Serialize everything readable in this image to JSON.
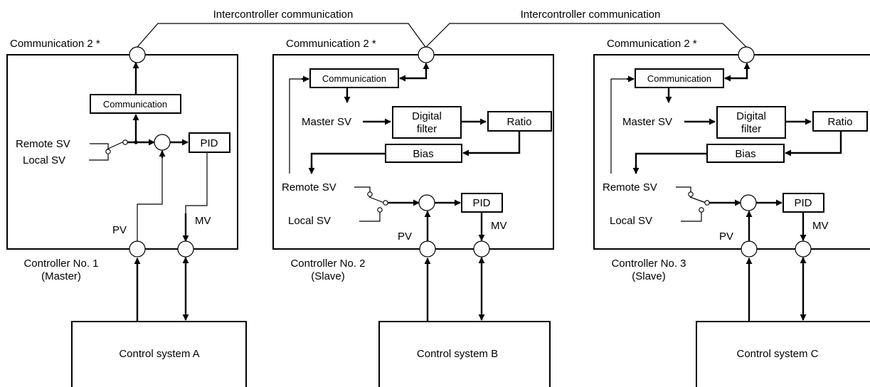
{
  "intercontroller": [
    "Intercontroller communication",
    "Intercontroller communication"
  ],
  "controllers": [
    {
      "comm_port_label": "Communication 2 *",
      "comm_block": "Communication",
      "remote_sv": "Remote SV",
      "local_sv": "Local SV",
      "pid": "PID",
      "pv": "PV",
      "mv": "MV",
      "name_line1": "Controller No. 1",
      "name_line2": "(Master)",
      "system": "Control system A"
    },
    {
      "comm_port_label": "Communication 2 *",
      "comm_block": "Communication",
      "master_sv": "Master SV",
      "digital_filter_line1": "Digital",
      "digital_filter_line2": "filter",
      "ratio": "Ratio",
      "bias": "Bias",
      "remote_sv": "Remote SV",
      "local_sv": "Local SV",
      "pid": "PID",
      "pv": "PV",
      "mv": "MV",
      "name_line1": "Controller No. 2",
      "name_line2": "(Slave)",
      "system": "Control system B"
    },
    {
      "comm_port_label": "Communication 2 *",
      "comm_block": "Communication",
      "master_sv": "Master SV",
      "digital_filter_line1": "Digital",
      "digital_filter_line2": "filter",
      "ratio": "Ratio",
      "bias": "Bias",
      "remote_sv": "Remote SV",
      "local_sv": "Local SV",
      "pid": "PID",
      "pv": "PV",
      "mv": "MV",
      "name_line1": "Controller No. 3",
      "name_line2": "(Slave)",
      "system": "Control system C"
    }
  ]
}
